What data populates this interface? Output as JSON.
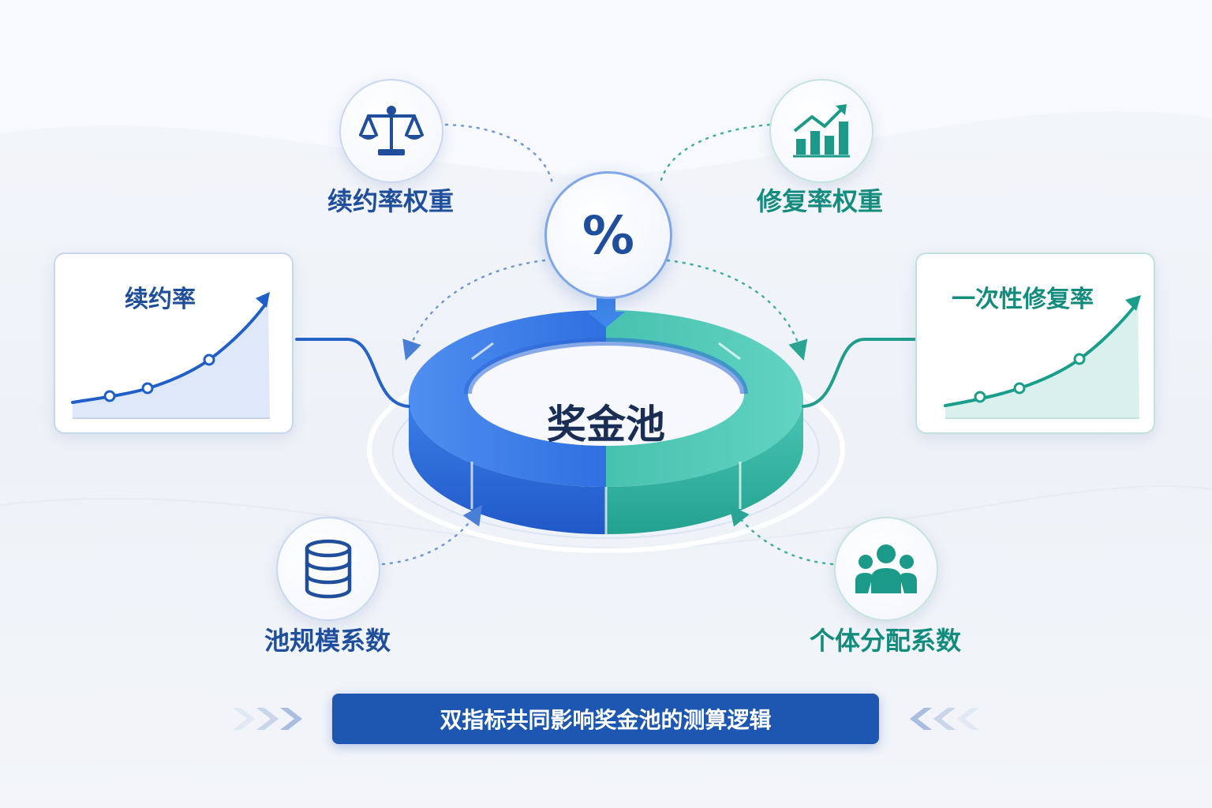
{
  "center": {
    "percent_symbol": "%",
    "title": "奖金池"
  },
  "top_left": {
    "label": "续约率权重",
    "icon": "scale-icon"
  },
  "top_right": {
    "label": "修复率权重",
    "icon": "bar-chart-up-icon"
  },
  "left_card": {
    "title": "续约率",
    "icon": "rising-curve-icon"
  },
  "right_card": {
    "title": "一次性修复率",
    "icon": "rising-curve-icon"
  },
  "bottom_left": {
    "label": "池规模系数",
    "icon": "database-icon"
  },
  "bottom_right": {
    "label": "个体分配系数",
    "icon": "people-group-icon"
  },
  "banner": {
    "text": "双指标共同影响奖金池的测算逻辑"
  },
  "colors": {
    "blue": "#1f5fc9",
    "teal": "#1aa592",
    "dark_blue": "#1d57b1",
    "title_dark": "#1a2d55"
  }
}
